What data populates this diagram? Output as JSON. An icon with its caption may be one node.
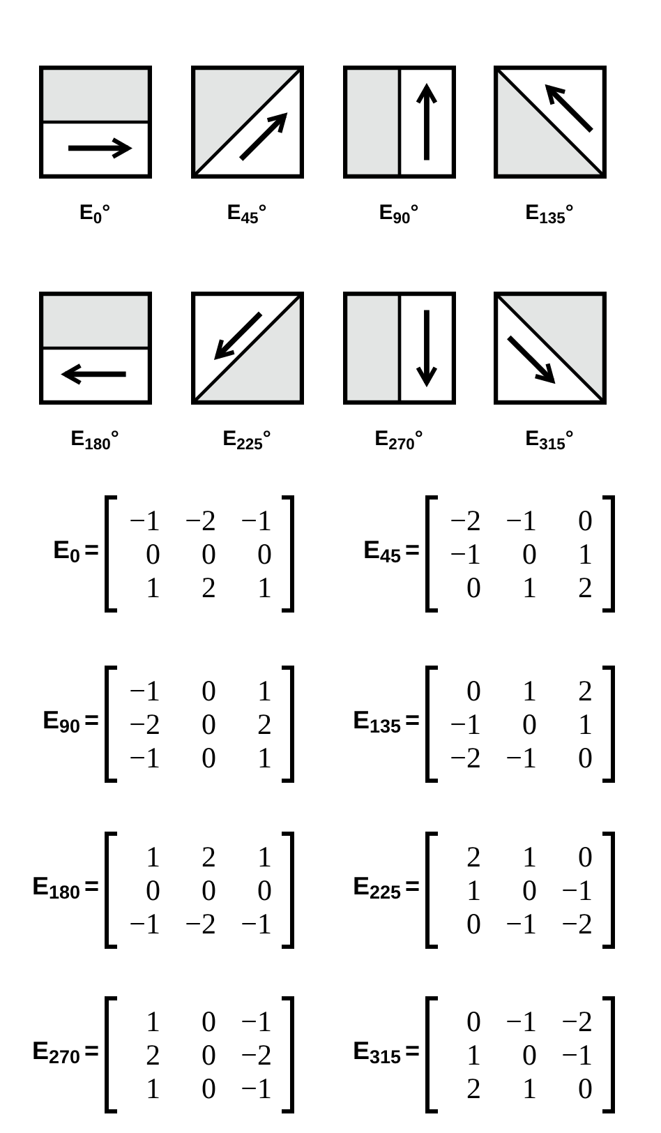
{
  "diagram": {
    "labels": [
      "E$_{0}$°",
      "E$_{45}$°",
      "E$_{90}$°",
      "E$_{135}$°",
      "E$_{180}$°",
      "E$_{225}$°",
      "E$_{270}$°",
      "E$_{315}$°",
      "E$_{0}$",
      "=",
      "−1",
      "−2",
      "−1",
      "0",
      "0",
      "0",
      "1",
      "2",
      "1",
      "E$_{45}$",
      "=",
      "−2",
      "−1",
      "0",
      "−1",
      "0",
      "1",
      "0",
      "1",
      "2",
      "E$_{90}$",
      "=",
      "−1",
      "0",
      "1",
      "−2",
      "0",
      "2",
      "−1",
      "0",
      "1",
      "E$_{135}$",
      "=",
      "0",
      "1",
      "2",
      "−1",
      "0",
      "1",
      "−2",
      "−1",
      "0",
      "E$_{180}$",
      "=",
      "1",
      "2",
      "1",
      "0",
      "0",
      "0",
      "−1",
      "−2",
      "−1",
      "E$_{225}$",
      "=",
      "2",
      "1",
      "0",
      "1",
      "0",
      "−1",
      "0",
      "−1",
      "−2",
      "E$_{270}$",
      "=",
      "1",
      "0",
      "−1",
      "2",
      "0",
      "−2",
      "1",
      "0",
      "−1",
      "E$_{315}$",
      "=",
      "0",
      "−1",
      "−2",
      "1",
      "0",
      "−1",
      "2",
      "1",
      "0"
    ]
  }
}
